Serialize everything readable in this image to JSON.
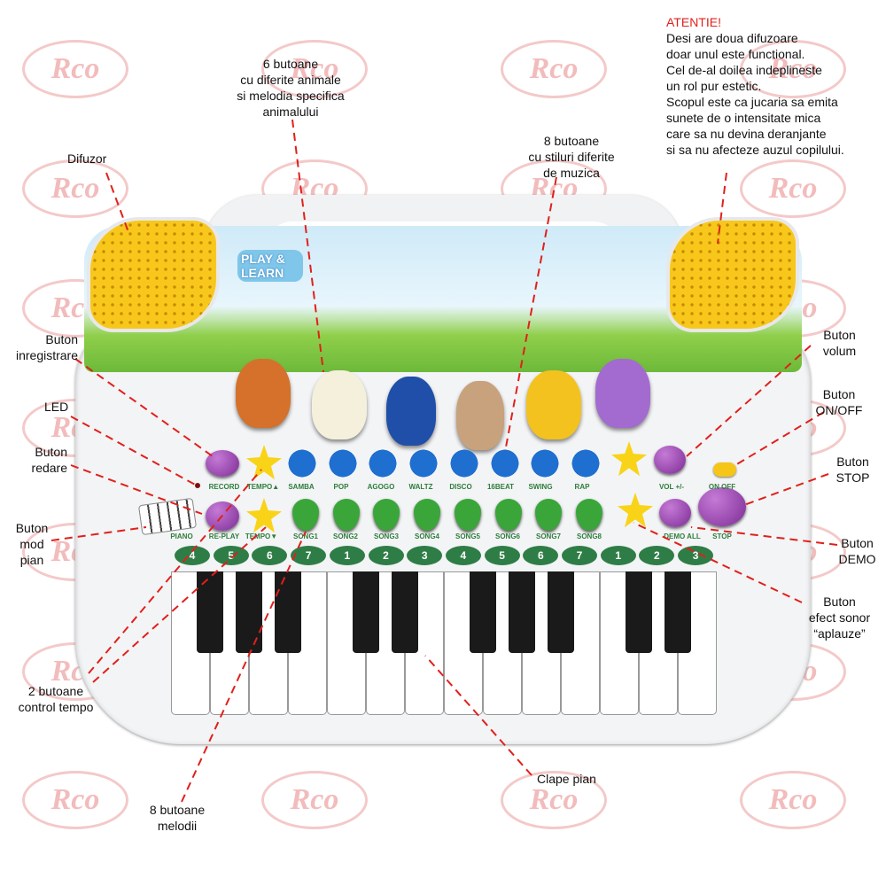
{
  "watermark": "Rco",
  "warning": {
    "title": "ATENTIE!",
    "lines": [
      "Desi are doua difuzoare",
      "doar unul este functional.",
      "Cel de-al doilea indeplineste",
      "un rol pur estetic.",
      "Scopul este ca jucaria sa emita",
      "sunete de o intensitate mica",
      "care sa nu devina deranjante",
      "si sa nu afecteze auzul copilului."
    ]
  },
  "callouts": {
    "animals": [
      "6 butoane",
      "cu diferite animale",
      "si melodia specifica",
      "animalului"
    ],
    "styles": [
      "8 butoane",
      "cu stiluri diferite",
      "de muzica"
    ],
    "speaker": "Difuzor",
    "record": [
      "Buton",
      "inregistrare"
    ],
    "led": "LED",
    "replay": [
      "Buton",
      "redare"
    ],
    "piano_mode": [
      "Buton",
      "mod",
      "pian"
    ],
    "tempo": [
      "2 butoane",
      "control tempo"
    ],
    "songs": [
      "8 butoane",
      "melodii"
    ],
    "keys": "Clape pian",
    "volume": [
      "Buton",
      "volum"
    ],
    "onoff": [
      "Buton",
      "ON/OFF"
    ],
    "stop": [
      "Buton",
      "STOP"
    ],
    "demo": [
      "Buton",
      "DEMO"
    ],
    "applause": [
      "Buton",
      "efect sonor",
      "“aplauze”"
    ]
  },
  "toy": {
    "logo": [
      "PLAY &",
      "LEARN"
    ],
    "row1_labels": [
      "RECORD",
      "TEMPO▲",
      "SAMBA",
      "POP",
      "AGOGO",
      "WALTZ",
      "DISCO",
      "16BEAT",
      "SWING",
      "RAP",
      "VOL +/-",
      "ON OFF"
    ],
    "row2_labels": [
      "PIANO",
      "RE-PLAY",
      "TEMPO▼",
      "SONG1",
      "SONG2",
      "SONG3",
      "SONG4",
      "SONG5",
      "SONG6",
      "SONG7",
      "SONG8",
      "DEMO ALL",
      "STOP"
    ],
    "notes": [
      "4",
      "5",
      "6",
      "7",
      "1",
      "2",
      "3",
      "4",
      "5",
      "6",
      "7",
      "1",
      "2",
      "3"
    ]
  },
  "colors": {
    "callout_line": "#e0201b",
    "warning": "#e0201b"
  }
}
